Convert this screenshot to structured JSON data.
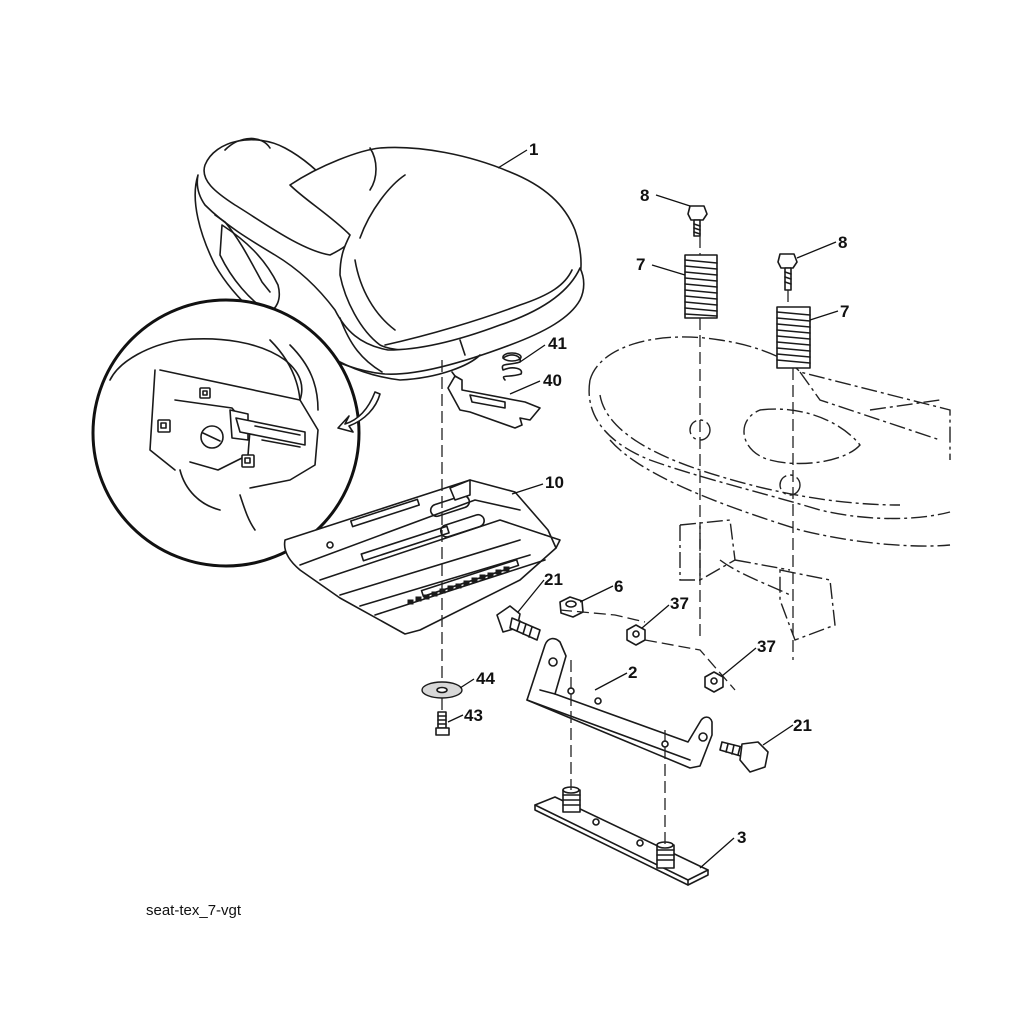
{
  "diagram": {
    "caption": "seat-tex_7-vgt",
    "callouts": {
      "seat": "1",
      "seat_bracket": "2",
      "pad_plate": "3",
      "nut_6": "6",
      "spring_left": "7",
      "spring_right": "7",
      "bolt_8_left": "8",
      "bolt_8_right": "8",
      "seat_pan": "10",
      "bolt_21_left": "21",
      "bolt_21_right": "21",
      "nut_37_upper": "37",
      "nut_37_lower": "37",
      "clip_40": "40",
      "spring_41": "41",
      "screw_43": "43",
      "washer_44": "44"
    }
  }
}
